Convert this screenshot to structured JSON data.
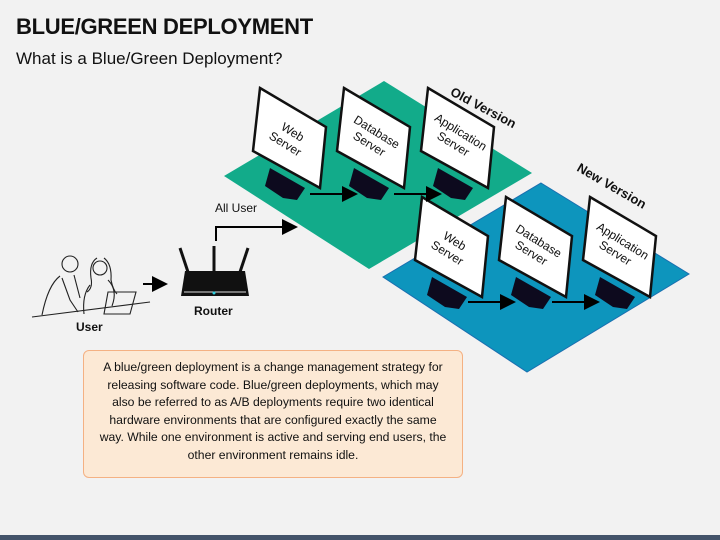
{
  "header": {
    "title": "BLUE/GREEN DEPLOYMENT",
    "subtitle": "What is a Blue/Green Deployment?"
  },
  "diagram": {
    "user_label": "User",
    "router_label": "Router",
    "all_user_label": "All User",
    "old_version": {
      "label": "Old Version",
      "color": "#12ab8a",
      "servers": [
        [
          "Web",
          "Server"
        ],
        [
          "Database",
          "Server"
        ],
        [
          "Application",
          "Server"
        ]
      ]
    },
    "new_version": {
      "label": "New Version",
      "color": "#0d95bd",
      "servers": [
        [
          "Web",
          "Server"
        ],
        [
          "Database",
          "Server"
        ],
        [
          "Application",
          "Server"
        ]
      ]
    }
  },
  "description": "A blue/green deployment is a change management strategy for releasing software code. Blue/green deployments, which may also be referred to as A/B deployments require two identical hardware environments that are configured exactly the same way. While one environment is active and serving end users, the other environment remains idle.",
  "colors": {
    "footer": "#44546a",
    "box_bg": "#fce9d5",
    "box_border": "#f4b183"
  }
}
